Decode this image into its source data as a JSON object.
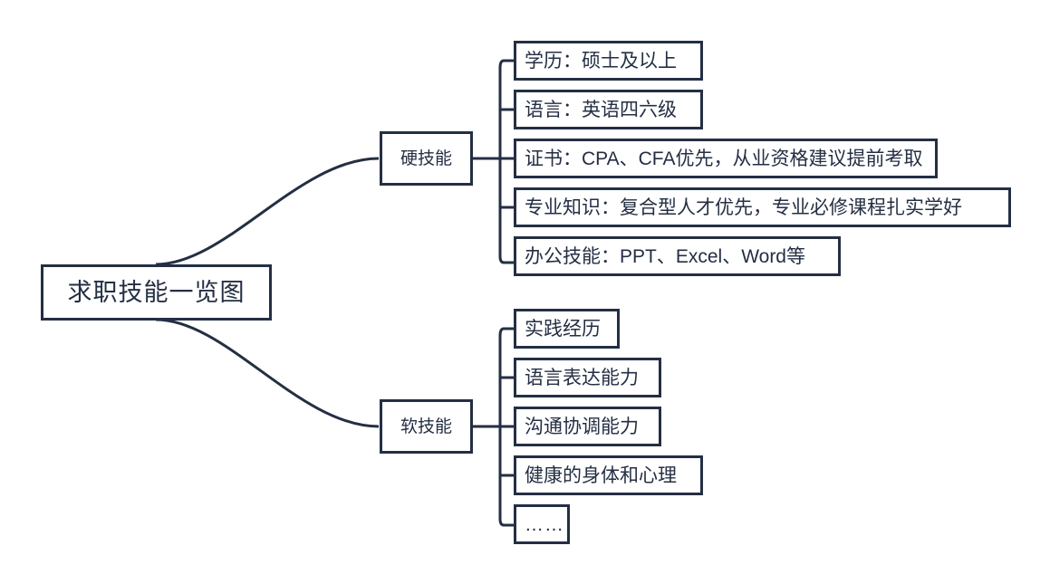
{
  "diagram": {
    "type": "mind-map",
    "title": "求职技能一览图",
    "background_color": "#ffffff",
    "line_color": "#242f43",
    "text_color": "#242f43"
  },
  "root": {
    "label": "求职技能一览图"
  },
  "branches": [
    {
      "id": "hard-skills",
      "label": "硬技能",
      "children": [
        {
          "id": "education",
          "label": "学历：硕士及以上"
        },
        {
          "id": "language",
          "label": "语言：英语四六级"
        },
        {
          "id": "certificate",
          "label": "证书：CPA、CFA优先，从业资格建议提前考取"
        },
        {
          "id": "major-knowledge",
          "label": "专业知识：复合型人才优先，专业必修课程扎实学好"
        },
        {
          "id": "office-skills",
          "label": "办公技能：PPT、Excel、Word等"
        }
      ]
    },
    {
      "id": "soft-skills",
      "label": "软技能",
      "children": [
        {
          "id": "practice-experience",
          "label": "实践经历"
        },
        {
          "id": "verbal-expression",
          "label": "语言表达能力"
        },
        {
          "id": "communication",
          "label": "沟通协调能力"
        },
        {
          "id": "health",
          "label": "健康的身体和心理"
        },
        {
          "id": "more",
          "label": "……"
        }
      ]
    }
  ]
}
